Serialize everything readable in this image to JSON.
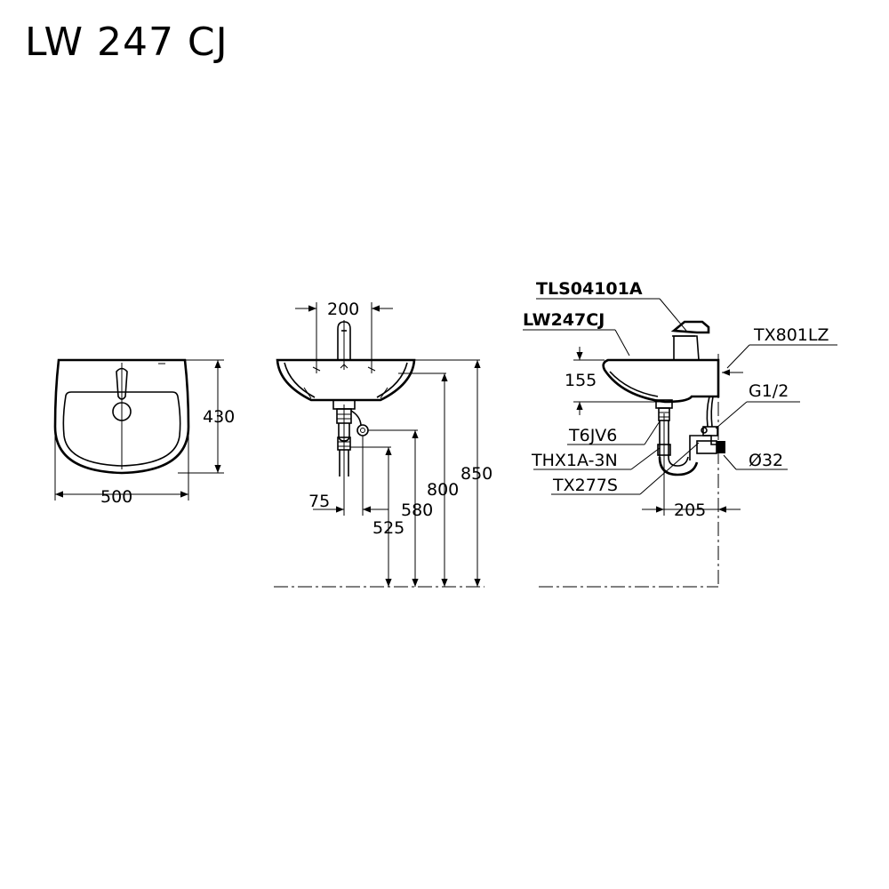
{
  "title": "LW 247 CJ",
  "top_view": {
    "width_label": "500",
    "depth_label": "430"
  },
  "front_view": {
    "faucet_spacing_label": "200",
    "offset_label": "75",
    "drain_height_label": "525",
    "supply_height_label": "580",
    "rim_height_label": "800",
    "overall_height_label": "850"
  },
  "side_view": {
    "faucet_model": "TLS04101A",
    "basin_model": "LW247CJ",
    "angle_valve_model": "TX801LZ",
    "thread_label": "G1/2",
    "rim_depth_label": "155",
    "waste_model": "T6JV6",
    "trap_model": "THX1A-3N",
    "hose_model": "TX277S",
    "pipe_diameter_label": "Ø32",
    "wall_projection_label": "205"
  }
}
